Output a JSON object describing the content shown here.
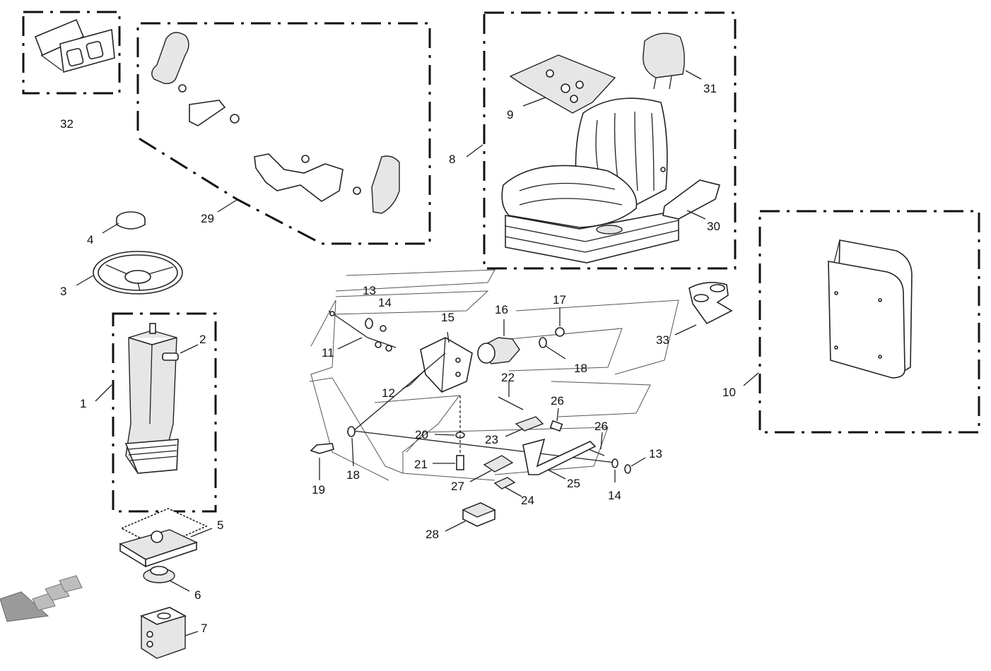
{
  "callouts": {
    "c1": "1",
    "c2": "2",
    "c3": "3",
    "c4": "4",
    "c5": "5",
    "c6": "6",
    "c7": "7",
    "c8": "8",
    "c9": "9",
    "c10": "10",
    "c11": "11",
    "c12": "12",
    "c13a": "13",
    "c13b": "13",
    "c14a": "14",
    "c14b": "14",
    "c15": "15",
    "c16": "16",
    "c17": "17",
    "c18a": "18",
    "c18b": "18",
    "c19": "19",
    "c20": "20",
    "c21": "21",
    "c22": "22",
    "c23": "23",
    "c24": "24",
    "c25": "25",
    "c26a": "26",
    "c26b": "26",
    "c27": "27",
    "c28": "28",
    "c29": "29",
    "c30": "30",
    "c31": "31",
    "c32": "32",
    "c33": "33"
  },
  "colors": {
    "line": "#222222",
    "background": "#ffffff",
    "arrow": "#9a9a9a"
  }
}
